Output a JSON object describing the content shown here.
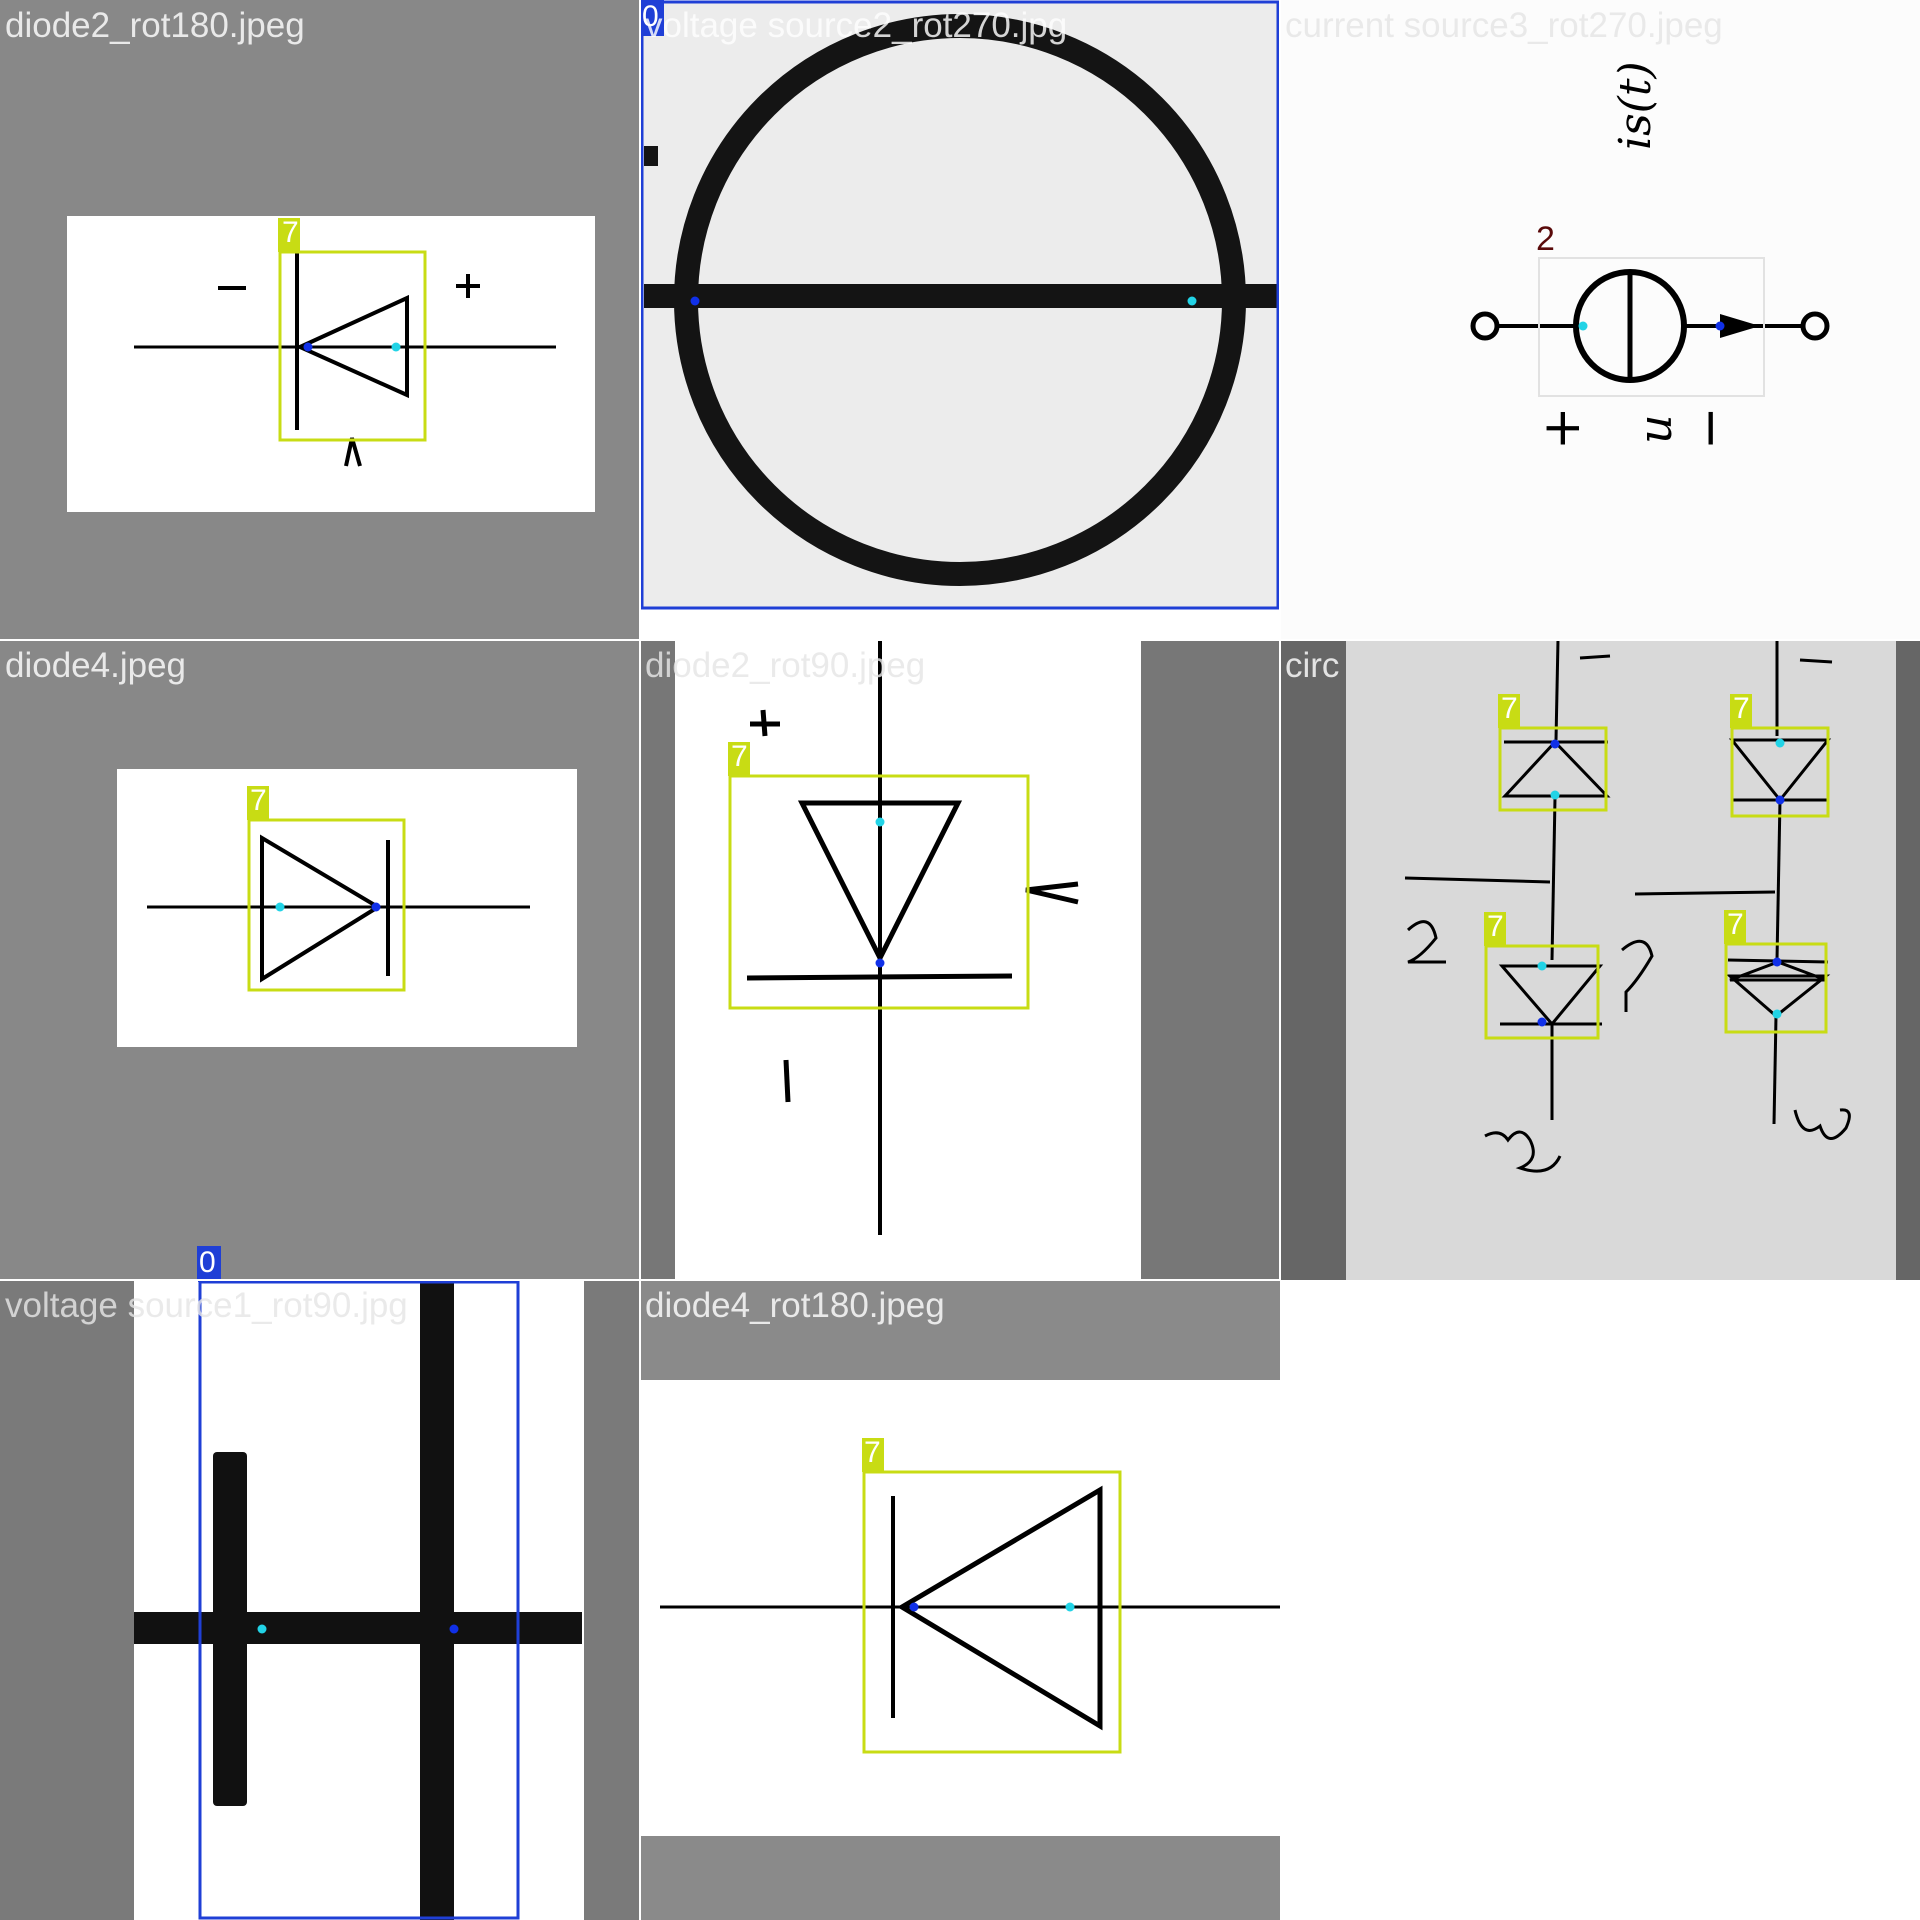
{
  "tiles": [
    {
      "filename": "diode2_rot180.jpeg",
      "boxes": [
        {
          "label": "7"
        }
      ]
    },
    {
      "filename": "voltage source2_rot270.jpg",
      "boxes": [
        {
          "label": "0"
        }
      ]
    },
    {
      "filename": "current source3_rot270.jpeg",
      "boxes": [
        {
          "label": "2"
        }
      ],
      "symbol_text": {
        "current": "is(t)",
        "voltage": "u",
        "plus": "+",
        "minus": "−"
      }
    },
    {
      "filename": "diode4.jpeg",
      "boxes": [
        {
          "label": "7"
        }
      ]
    },
    {
      "filename": "diode2_rot90.jpeg",
      "boxes": [
        {
          "label": "7"
        }
      ]
    },
    {
      "filename": "circ",
      "boxes": [
        {
          "label": "7"
        },
        {
          "label": "7"
        },
        {
          "label": "7"
        },
        {
          "label": "7"
        }
      ]
    },
    {
      "filename": "voltage source1_rot90.jpg",
      "boxes": [
        {
          "label": "0"
        }
      ]
    },
    {
      "filename": "diode4_rot180.jpeg",
      "boxes": [
        {
          "label": "7"
        }
      ]
    }
  ],
  "class_colors": {
    "0": "#1f3fd6",
    "2": "#5a0a0a",
    "7": "#c8dc14"
  },
  "keypoint_colors": {
    "primary": "#1030e8",
    "secondary": "#22d3e6"
  }
}
